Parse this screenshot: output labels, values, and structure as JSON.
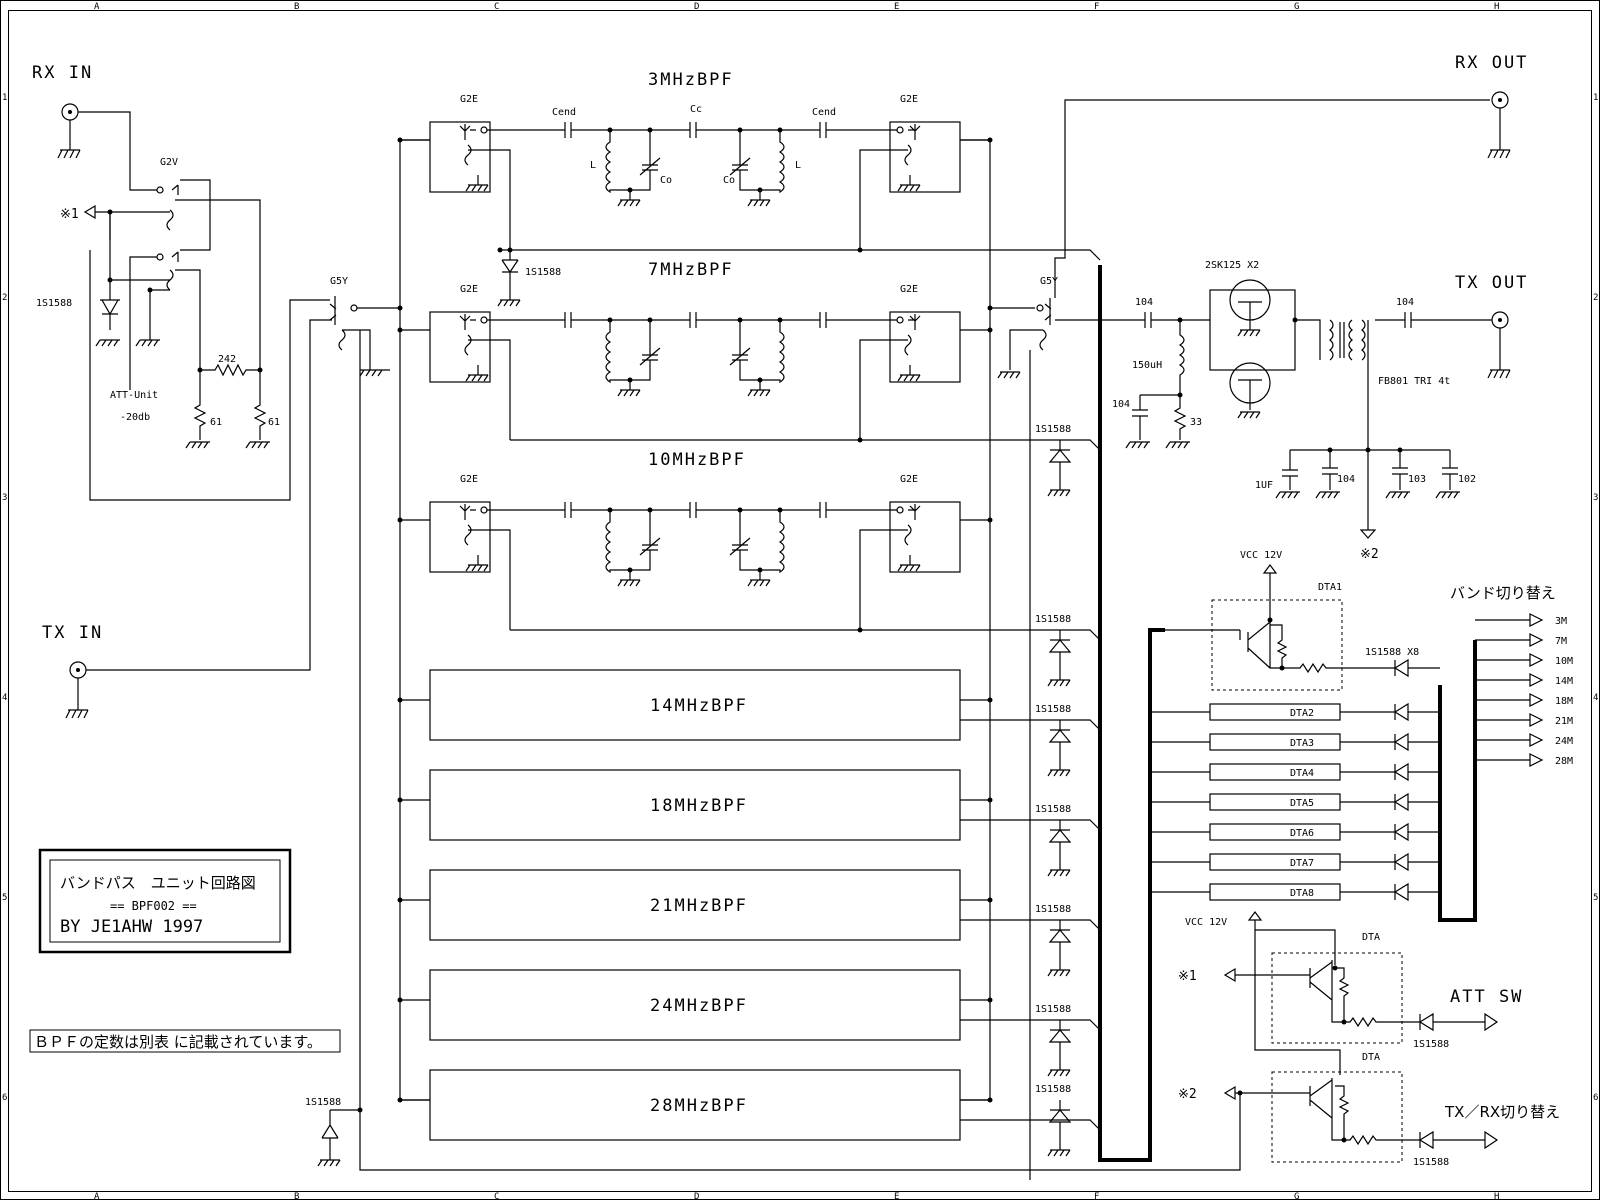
{
  "border": {
    "columns": [
      "A",
      "B",
      "C",
      "D",
      "E",
      "F",
      "G",
      "H"
    ],
    "rows": [
      "1",
      "2",
      "3",
      "4",
      "5",
      "6"
    ]
  },
  "ports": {
    "rx_in": "RX IN",
    "tx_in": "TX IN",
    "rx_out": "RX OUT",
    "tx_out": "TX OUT",
    "att_sw": "ATT SW",
    "txrx_switch": "TX／RX切り替え",
    "band_switch": "バンド切り替え"
  },
  "bpf_titles": {
    "bpf3": "3MHzBPF",
    "bpf7": "7MHzBPF",
    "bpf10": "10MHzBPF"
  },
  "bpf_boxes": [
    {
      "label": "14MHzBPF"
    },
    {
      "label": "18MHzBPF"
    },
    {
      "label": "21MHzBPF"
    },
    {
      "label": "24MHzBPF"
    },
    {
      "label": "28MHzBPF"
    }
  ],
  "filter_parts": {
    "cend": "Cend",
    "cc": "Cc",
    "l": "L",
    "co": "Co"
  },
  "relays": {
    "g2e": "G2E",
    "g2v": "G2V",
    "g5y": "G5Y"
  },
  "att_unit": {
    "name": "ATT-Unit",
    "value": "-20db",
    "r_series": "242",
    "r_shunt_a": "61",
    "r_shunt_b": "61"
  },
  "diode": "1S1588",
  "diode_x8": "1S1588 X8",
  "marks": {
    "m1": "※1",
    "m2": "※2"
  },
  "amp": {
    "fet": "2SK125 X2",
    "c_in": "104",
    "c_out": "104",
    "inductor": "150uH",
    "c_bypass": "104",
    "r_source": "33",
    "transformer": "FB801 TRI 4t",
    "c1": "1UF",
    "c2": "104",
    "c3": "103",
    "c4": "102"
  },
  "vcc": "VCC 12V",
  "dta": {
    "dta1": "DTA1",
    "list": [
      "DTA2",
      "DTA3",
      "DTA4",
      "DTA5",
      "DTA6",
      "DTA7",
      "DTA8"
    ],
    "generic": "DTA"
  },
  "band_outputs": [
    "3M",
    "7M",
    "10M",
    "14M",
    "18M",
    "21M",
    "24M",
    "28M"
  ],
  "title_block": {
    "title": "バンドパス　ユニット回路図",
    "code": "== BPF002 ==",
    "author": "BY  JE1AHW  1997"
  },
  "note": "ＢＰＦの定数は別表 に記載されています。"
}
